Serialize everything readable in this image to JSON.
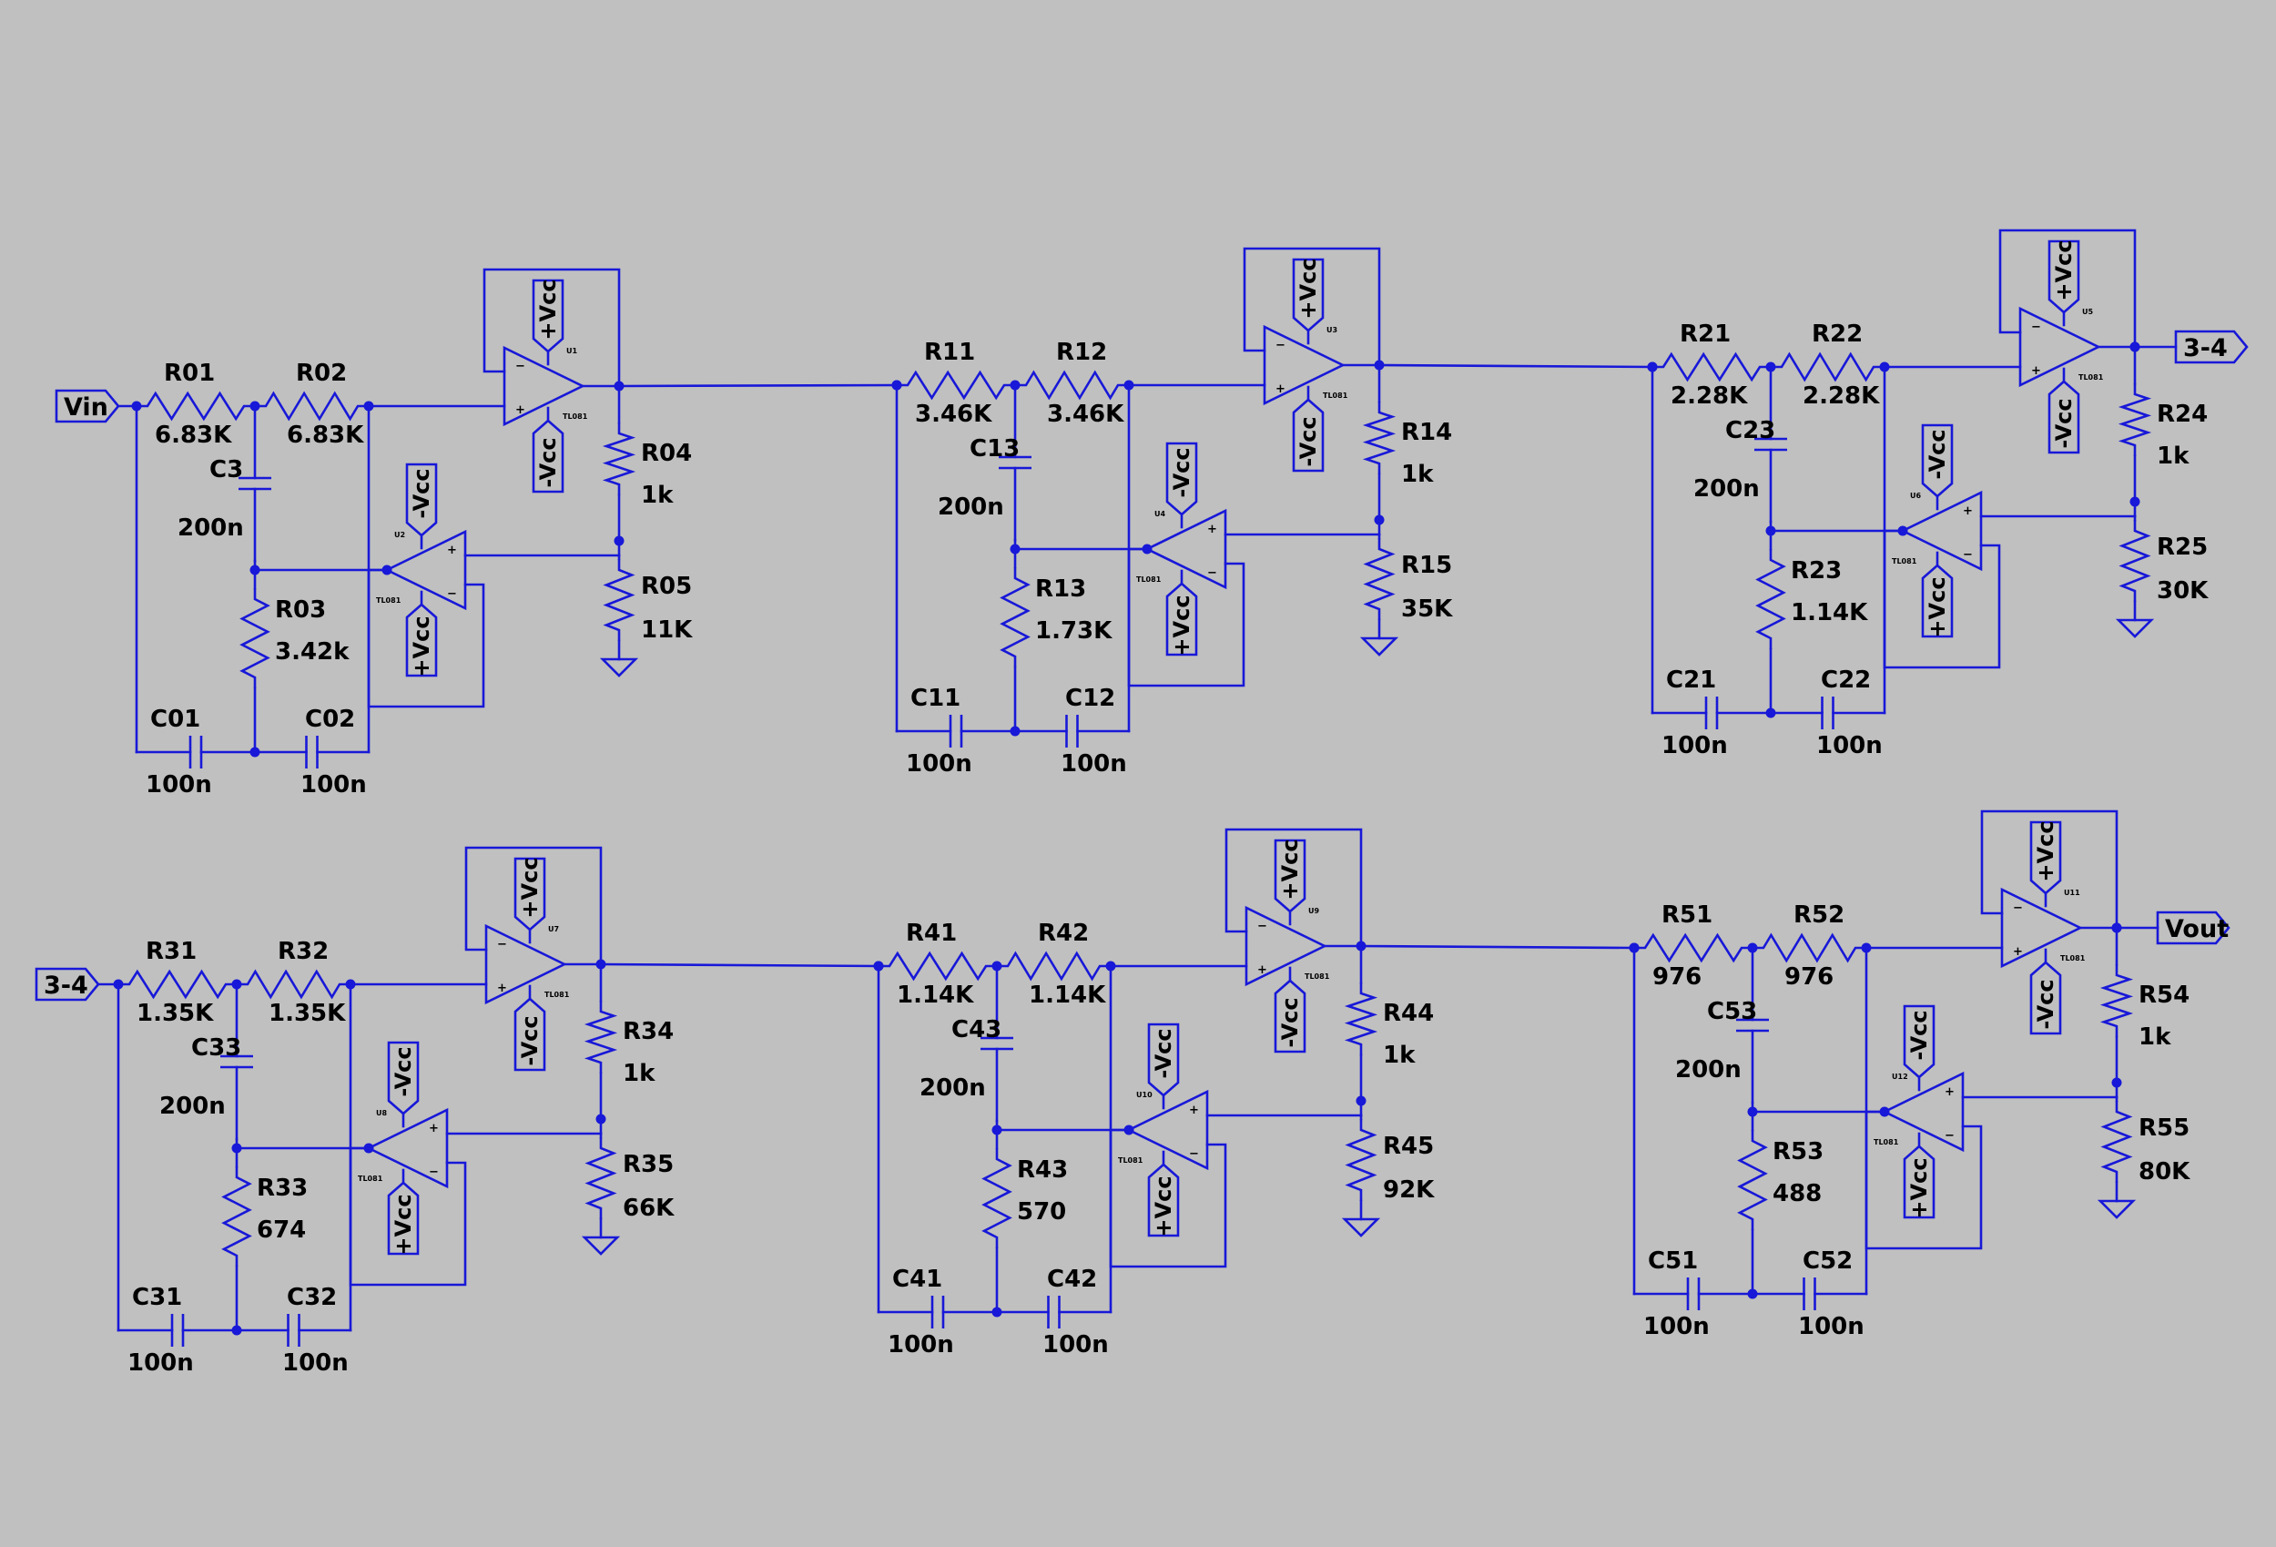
{
  "colors": {
    "background": "#c0c0c0",
    "wire": "#1818d8",
    "text": "#000000"
  },
  "ports": {
    "vin": "Vin",
    "vout": "Vout",
    "link": "3-4"
  },
  "supply": {
    "pos": "+Vcc",
    "neg": "-Vcc"
  },
  "opamp_model": "TL081",
  "opamps": [
    "U1",
    "U2",
    "U3",
    "U4",
    "U5",
    "U6",
    "U7",
    "U8",
    "U9",
    "U10",
    "U11",
    "U12"
  ],
  "stages": [
    {
      "r_left": [
        "R01",
        "6.83K"
      ],
      "r_right": [
        "R02",
        "6.83K"
      ],
      "c_mid": [
        "C3",
        "200n"
      ],
      "r_mid": [
        "R03",
        "3.42k"
      ],
      "c_left": [
        "C01",
        "100n"
      ],
      "c_right": [
        "C02",
        "100n"
      ],
      "r_fb_top": [
        "R04",
        "1k"
      ],
      "r_fb_bot": [
        "R05",
        "11K"
      ]
    },
    {
      "r_left": [
        "R11",
        "3.46K"
      ],
      "r_right": [
        "R12",
        "3.46K"
      ],
      "c_mid": [
        "C13",
        "200n"
      ],
      "r_mid": [
        "R13",
        "1.73K"
      ],
      "c_left": [
        "C11",
        "100n"
      ],
      "c_right": [
        "C12",
        "100n"
      ],
      "r_fb_top": [
        "R14",
        "1k"
      ],
      "r_fb_bot": [
        "R15",
        "35K"
      ]
    },
    {
      "r_left": [
        "R21",
        "2.28K"
      ],
      "r_right": [
        "R22",
        "2.28K"
      ],
      "c_mid": [
        "C23",
        "200n"
      ],
      "r_mid": [
        "R23",
        "1.14K"
      ],
      "c_left": [
        "C21",
        "100n"
      ],
      "c_right": [
        "C22",
        "100n"
      ],
      "r_fb_top": [
        "R24",
        "1k"
      ],
      "r_fb_bot": [
        "R25",
        "30K"
      ]
    },
    {
      "r_left": [
        "R31",
        "1.35K"
      ],
      "r_right": [
        "R32",
        "1.35K"
      ],
      "c_mid": [
        "C33",
        "200n"
      ],
      "r_mid": [
        "R33",
        "674"
      ],
      "c_left": [
        "C31",
        "100n"
      ],
      "c_right": [
        "C32",
        "100n"
      ],
      "r_fb_top": [
        "R34",
        "1k"
      ],
      "r_fb_bot": [
        "R35",
        "66K"
      ]
    },
    {
      "r_left": [
        "R41",
        "1.14K"
      ],
      "r_right": [
        "R42",
        "1.14K"
      ],
      "c_mid": [
        "C43",
        "200n"
      ],
      "r_mid": [
        "R43",
        "570"
      ],
      "c_left": [
        "C41",
        "100n"
      ],
      "c_right": [
        "C42",
        "100n"
      ],
      "r_fb_top": [
        "R44",
        "1k"
      ],
      "r_fb_bot": [
        "R45",
        "92K"
      ]
    },
    {
      "r_left": [
        "R51",
        "976"
      ],
      "r_right": [
        "R52",
        "976"
      ],
      "c_mid": [
        "C53",
        "200n"
      ],
      "r_mid": [
        "R53",
        "488"
      ],
      "c_left": [
        "C51",
        "100n"
      ],
      "c_right": [
        "C52",
        "100n"
      ],
      "r_fb_top": [
        "R54",
        "1k"
      ],
      "r_fb_bot": [
        "R55",
        "80K"
      ]
    }
  ]
}
